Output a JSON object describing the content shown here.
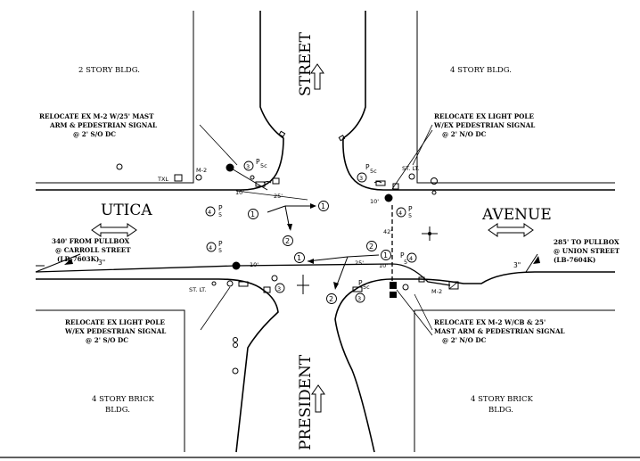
{
  "buildings": {
    "nw": "2 STORY BLDG.",
    "ne": "4 STORY BLDG.",
    "sw_l1": "4 STORY BRICK",
    "sw_l2": "BLDG.",
    "se_l1": "4 STORY BRICK",
    "se_l2": "BLDG."
  },
  "streets": {
    "north": "STREET",
    "west": "UTICA",
    "east": "AVENUE",
    "south": "PRESIDENT"
  },
  "notes": {
    "nw": [
      "RELOCATE EX M-2 W/25' MAST",
      "ARM & PEDESTRIAN SIGNAL",
      "@ 2' S/O DC"
    ],
    "ne": [
      "RELOCATE EX LIGHT POLE",
      "W/EX PEDESTRIAN SIGNAL",
      "@ 2' N/O DC"
    ],
    "sw": [
      "RELOCATE EX LIGHT POLE",
      "W/EX PEDESTRIAN SIGNAL",
      "@ 2' S/O DC"
    ],
    "se": [
      "RELOCATE EX M-2 W/CB & 25'",
      "MAST ARM & PEDESTRIAN SIGNAL",
      "@ 2' N/O DC"
    ]
  },
  "pullbox": {
    "west": [
      "340' FROM PULLBOX",
      "@ CARROLL STREET",
      "(LB-7603K)"
    ],
    "east": [
      "285' TO PULLBOX",
      "@ UNION STREET",
      "(LB-7604K)"
    ],
    "conduit": "3\""
  },
  "labels": {
    "m2": "M-2",
    "txl": "TXL",
    "st_lt": "ST. LT.",
    "d10": "10'",
    "d25": "25'",
    "d42": "42'",
    "p": "P",
    "p5": "5",
    "p5c": "5c",
    "ph1": "1",
    "ph2": "2",
    "ph3": "3",
    "ph4": "4"
  }
}
